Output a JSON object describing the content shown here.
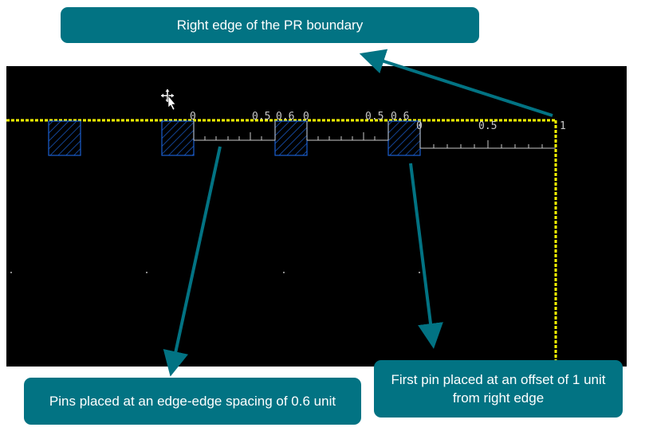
{
  "callouts": {
    "top": "Right edge of the PR boundary",
    "left": "Pins placed at an edge-edge spacing of 0.6 unit",
    "right": "First pin placed at an offset of 1 unit from right edge"
  },
  "rulers": {
    "ruler_1": {
      "zero": "0",
      "half": "0.5",
      "end": "0.6"
    },
    "ruler_2": {
      "zero": "0",
      "half": "0.5",
      "end": "0.6"
    },
    "ruler_3": {
      "zero": "0",
      "half": "0.5",
      "end": "1"
    }
  },
  "colors": {
    "callout_bg": "#027383",
    "boundary": "#ffff00",
    "pin": "#1a5fd0",
    "canvas": "#000000",
    "ruler": "#c8c8c8"
  },
  "icons": {
    "cursor": "move-cursor-icon"
  }
}
